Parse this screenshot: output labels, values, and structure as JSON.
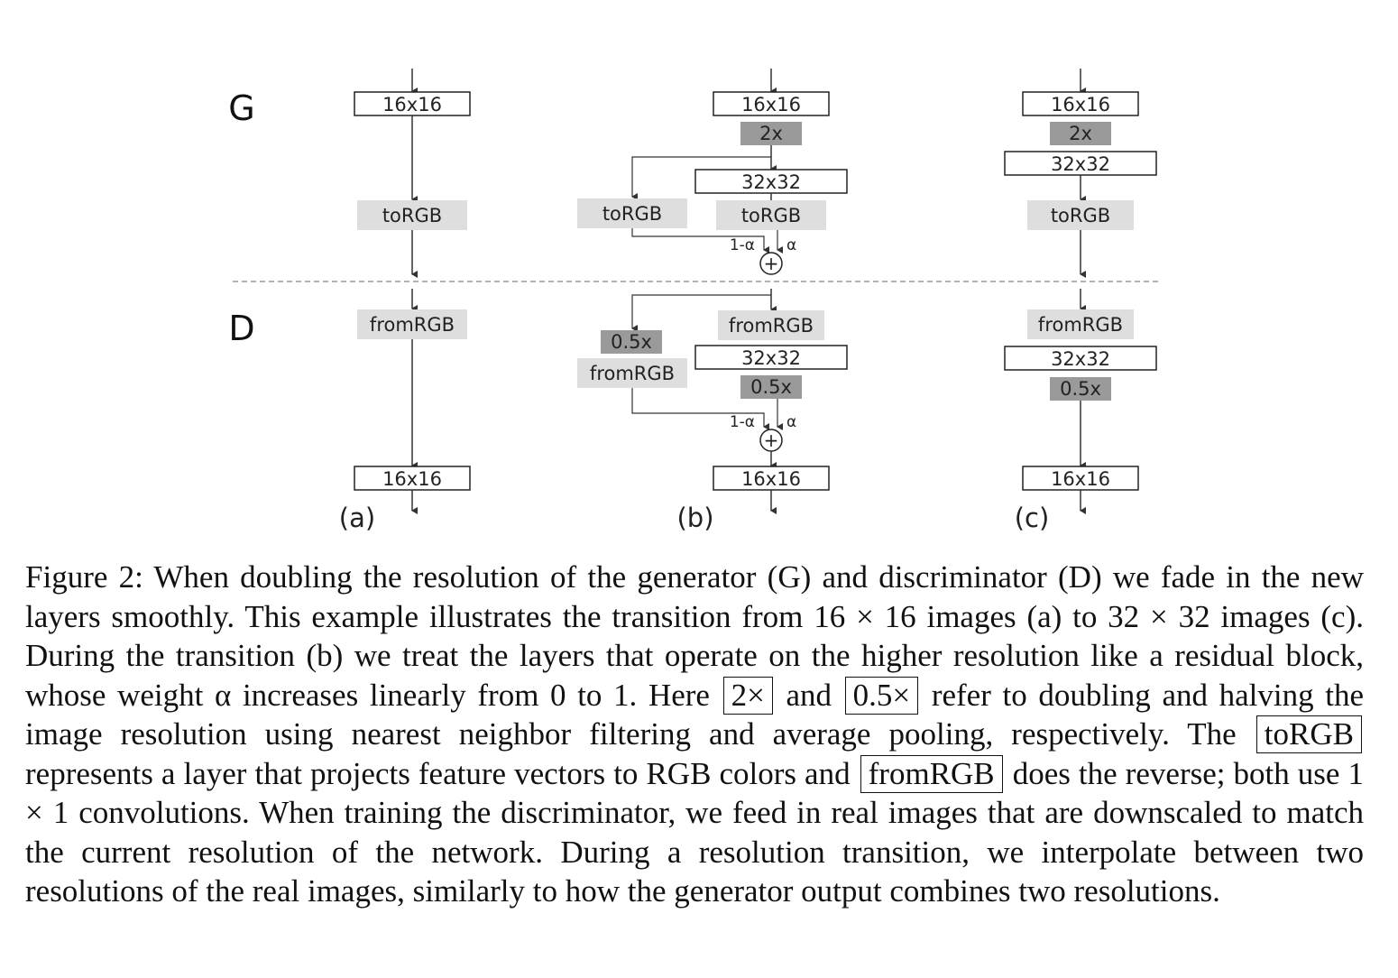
{
  "figure": {
    "row_labels": {
      "g": "G",
      "d": "D"
    },
    "panel_labels": {
      "a": "(a)",
      "b": "(b)",
      "c": "(c)"
    },
    "blocks": {
      "res16": "16x16",
      "res32": "32x32",
      "up": "2x",
      "down": "0.5x",
      "to_rgb": "toRGB",
      "from_rgb": "fromRGB",
      "one_minus_alpha": "1-α",
      "alpha": "α",
      "plus": "+"
    },
    "colors": {
      "dark_block": "#9a9a9a",
      "light_block": "#dedede",
      "outline_block": "#ffffff",
      "line": "#333333"
    }
  },
  "caption": {
    "part1": "Figure 2: When doubling the resolution of the generator (G) and discriminator (D) we fade in the new layers smoothly.  This example illustrates the transition from 16 × 16 images (a) to 32 × 32 images (c). During the transition (b) we treat the layers that operate on the higher resolution like a residual block, whose weight α increases linearly from 0 to 1. Here",
    "box_up": "2×",
    "and": "and",
    "box_down": "0.5×",
    "part2": "refer to doubling and halving the image resolution using nearest neighbor filtering and average pooling, respectively. The",
    "box_torgb": "toRGB",
    "part3": "represents a layer that projects feature vectors to RGB colors and",
    "box_fromrgb": "fromRGB",
    "part4": "does the reverse; both use 1 × 1 convolutions.  When training the discriminator, we feed in real images that are downscaled to match the current resolution of the network.  During a resolution transition, we interpolate between two resolutions of the real images, similarly to how the generator output combines two resolutions."
  }
}
